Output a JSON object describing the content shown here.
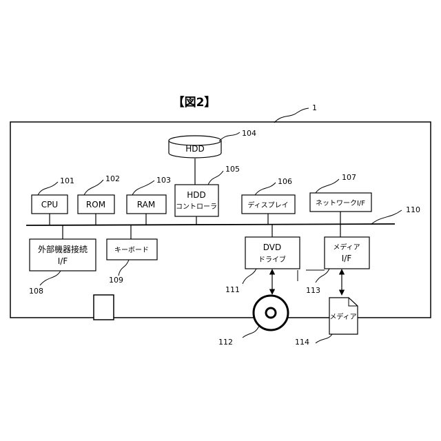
{
  "figure_title": "【図2】",
  "system_ref": "1",
  "bus_ref": "110",
  "hdd": {
    "label": "HDD",
    "ref": "104"
  },
  "cpu": {
    "label": "CPU",
    "ref": "101"
  },
  "rom": {
    "label": "ROM",
    "ref": "102"
  },
  "ram": {
    "label": "RAM",
    "ref": "103"
  },
  "hdd_controller": {
    "line1": "HDD",
    "line2": "コントローラ",
    "ref": "105"
  },
  "display": {
    "label": "ディスプレイ",
    "ref": "106"
  },
  "network_if": {
    "label": "ネットワークI/F",
    "ref": "107"
  },
  "ext_if": {
    "line1": "外部機器接続",
    "line2": "I/F",
    "ref": "108"
  },
  "keyboard": {
    "label": "キーボード",
    "ref": "109"
  },
  "dvd_drive": {
    "line1": "DVD",
    "line2": "ドライブ",
    "ref": "111"
  },
  "dvd_disc": {
    "ref": "112"
  },
  "media_if": {
    "line1": "メディア",
    "line2": "I/F",
    "ref": "113"
  },
  "media": {
    "label": "メディア",
    "ref": "114"
  }
}
